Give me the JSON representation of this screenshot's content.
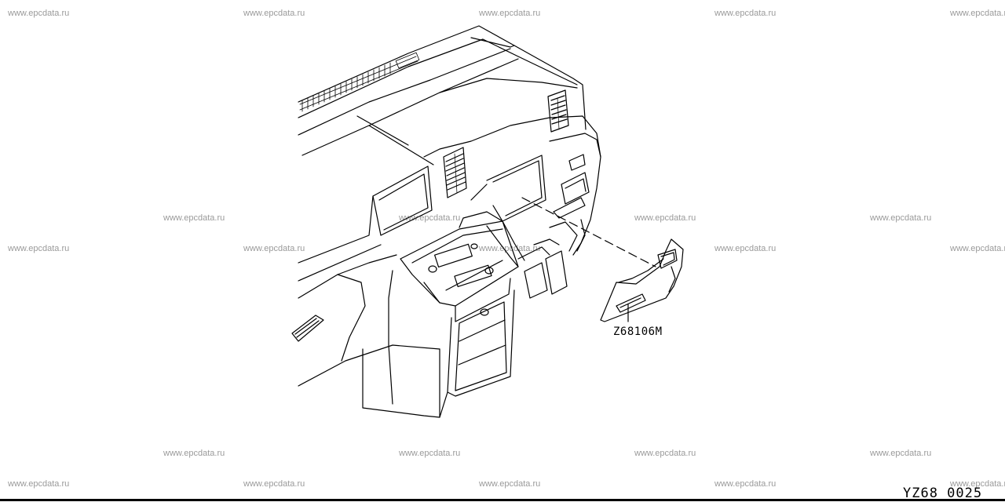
{
  "watermark": {
    "text": "www.epcdata.ru",
    "color": "#9a9a9a"
  },
  "diagram": {
    "part_label": "Z68106M",
    "diagram_code": "YZ68 0025"
  },
  "colors": {
    "line": "#000000",
    "background": "#ffffff"
  }
}
